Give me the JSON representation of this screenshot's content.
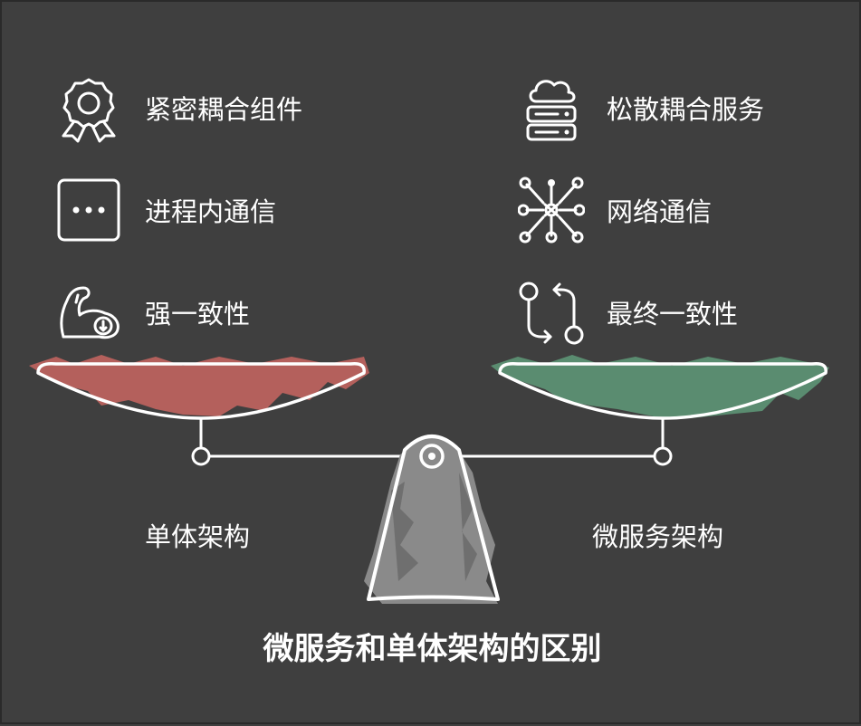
{
  "title": "微服务和单体架构的区别",
  "left": {
    "name": "单体架构",
    "color": "#b4605c",
    "items": [
      {
        "label": "紧密耦合组件",
        "icon": "award-ribbon-icon"
      },
      {
        "label": "进程内通信",
        "icon": "chat-dots-icon"
      },
      {
        "label": "强一致性",
        "icon": "flexed-arm-icon"
      }
    ]
  },
  "right": {
    "name": "微服务架构",
    "color": "#5a8c70",
    "items": [
      {
        "label": "松散耦合服务",
        "icon": "cloud-server-icon"
      },
      {
        "label": "网络通信",
        "icon": "network-nodes-icon"
      },
      {
        "label": "最终一致性",
        "icon": "sync-arrows-icon"
      }
    ]
  }
}
